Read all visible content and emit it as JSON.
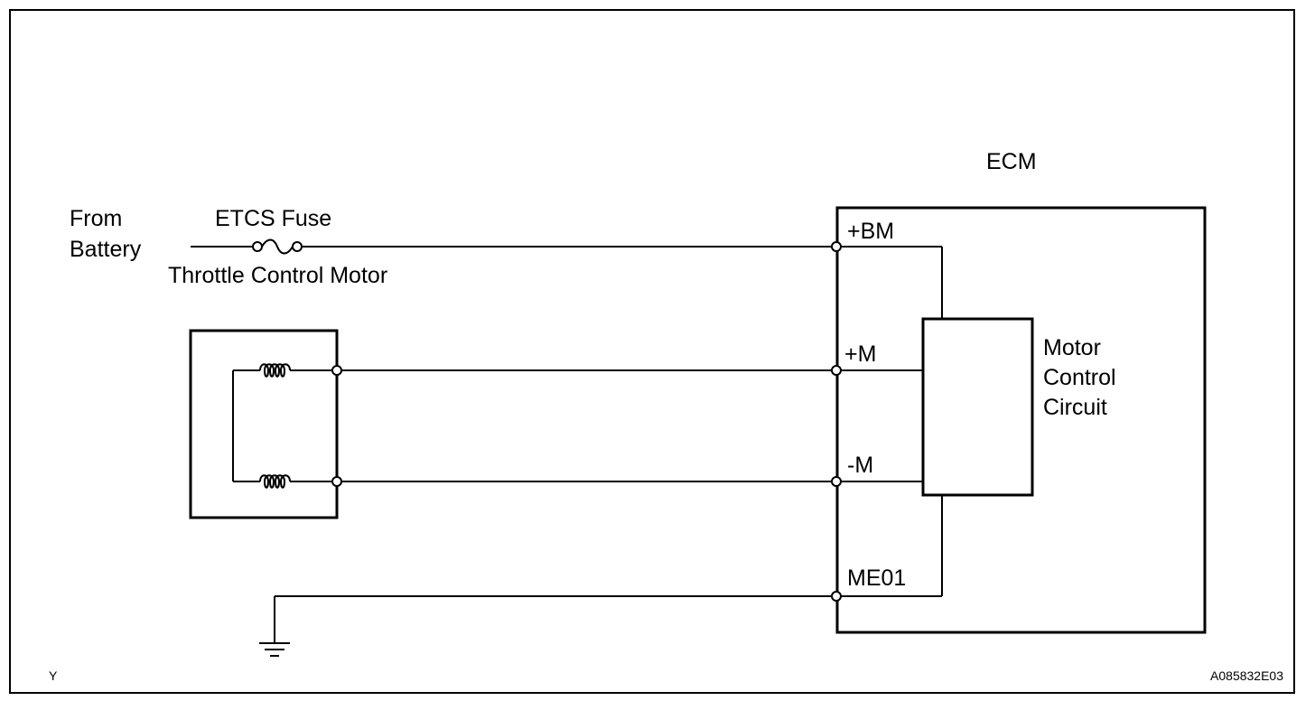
{
  "diagram": {
    "source_label_line1": "From",
    "source_label_line2": "Battery",
    "fuse_label": "ETCS Fuse",
    "motor_label": "Throttle Control Motor",
    "ecm_label": "ECM",
    "circuit_label_line1": "Motor",
    "circuit_label_line2": "Control",
    "circuit_label_line3": "Circuit",
    "terminals": {
      "bm": "+BM",
      "pm": "+M",
      "nm": "-M",
      "me01": "ME01"
    },
    "corner_left": "Y",
    "figure_code": "A085832E03"
  }
}
